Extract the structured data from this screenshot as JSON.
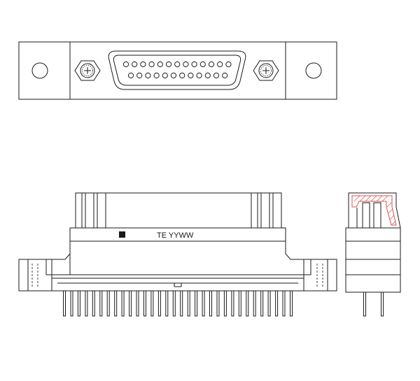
{
  "labels": {
    "marking": "TE  YYWW"
  },
  "connector": {
    "contact_rows": [
      13,
      12
    ],
    "bottom_pin_count": 32,
    "side_pin_count": 2
  },
  "colors": {
    "line": "#1a1a1a",
    "background": "#ffffff",
    "hatch": "#d9534f"
  }
}
